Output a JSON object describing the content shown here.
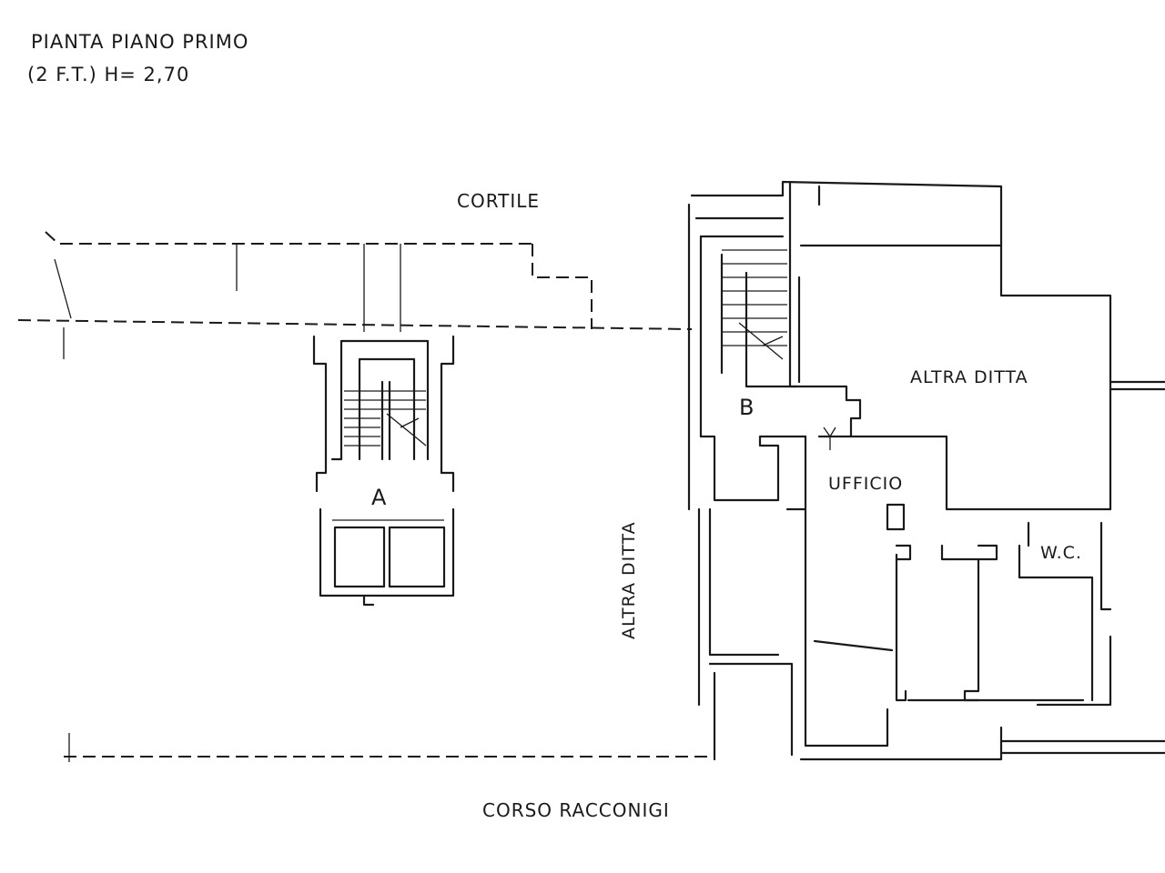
{
  "title_line1": "PIANTA PIANO PRIMO",
  "title_line2": "(2 F.T.)  H= 2,70",
  "labels": {
    "cortile": "CORTILE",
    "corso": "CORSO RACCONIGI",
    "altra_ditta_vertical": "ALTRA DITTA",
    "altra_ditta_right": "ALTRA DITTA",
    "ufficio": "UFFICIO",
    "wc": "W.C.",
    "stair_a": "A",
    "stair_b": "B"
  }
}
